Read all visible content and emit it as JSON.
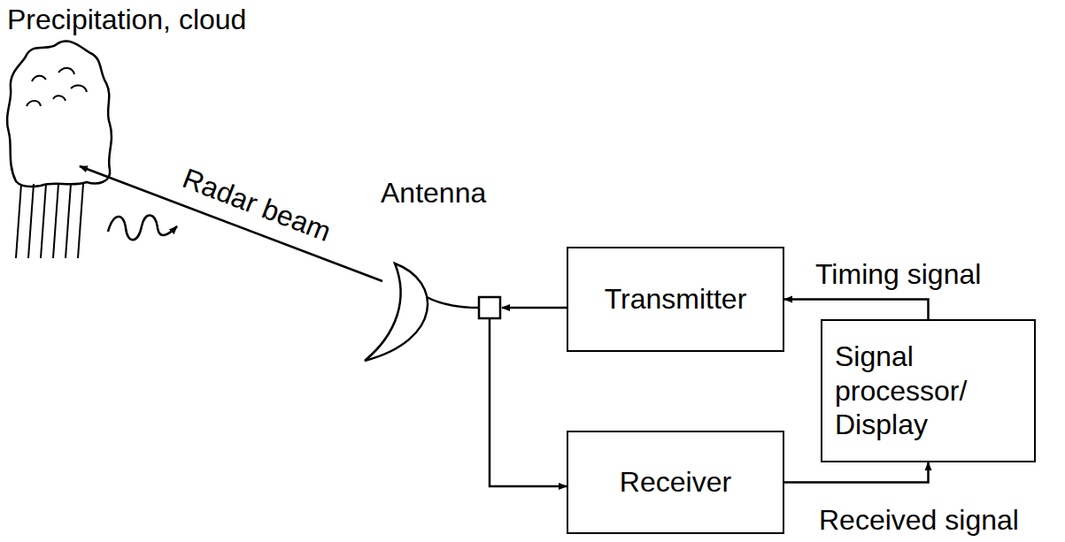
{
  "diagram": {
    "nodes": [
      {
        "text": [
          "Transmitter"
        ]
      },
      {
        "text": [
          "Signal processor/ Display"
        ]
      },
      {
        "text": [
          "Receiver"
        ]
      }
    ],
    "edges": [
      {
        "from": 1,
        "to": 0,
        "arrow": "to",
        "label": "Timing signal"
      },
      {
        "from": 2,
        "to": 1,
        "arrow": "to",
        "label": "Received signal"
      }
    ],
    "labels": [
      "Precipitation, cloud",
      "Radar beam",
      "Antenna"
    ]
  }
}
